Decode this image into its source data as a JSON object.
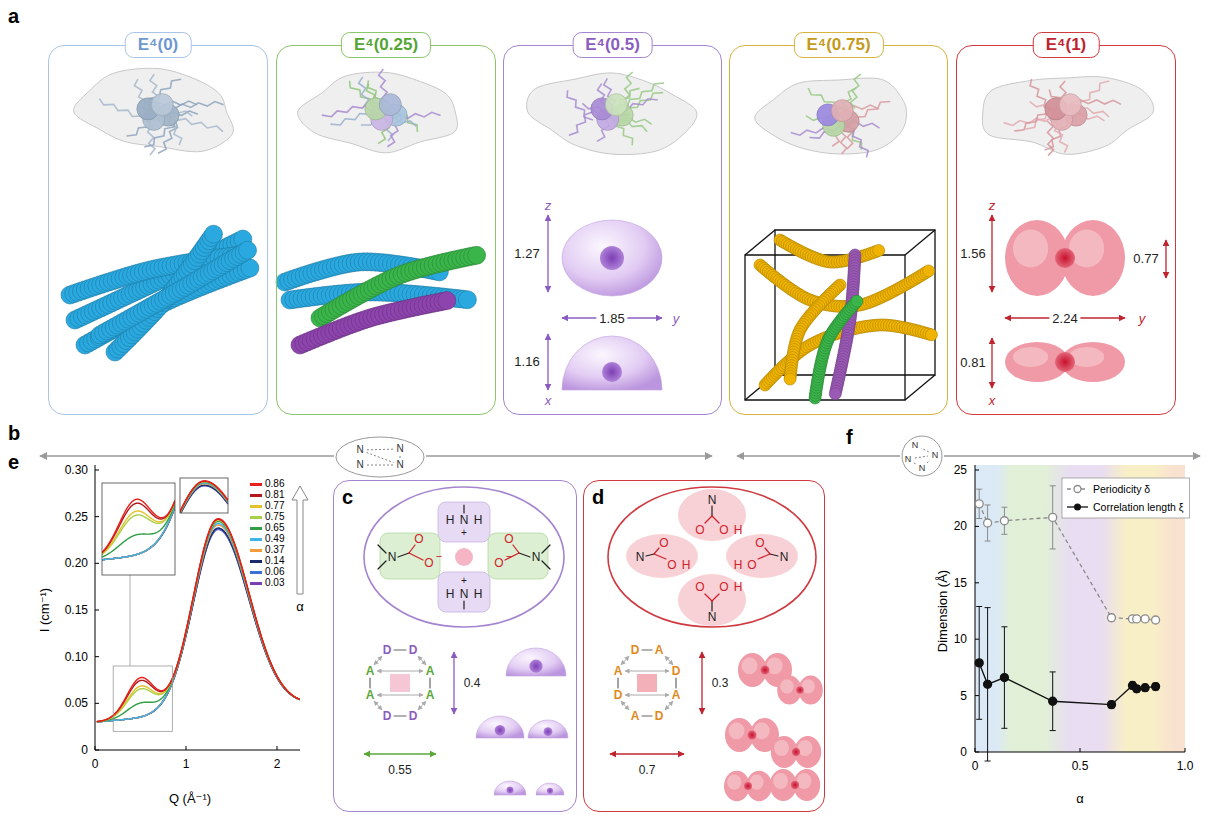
{
  "diagram": {
    "nodes": [
      {
        "text": [
          "E⁴(0)"
        ]
      },
      {
        "text": [
          "E⁴(0.25)"
        ]
      },
      {
        "text": [
          "E⁴(0.5)"
        ]
      },
      {
        "text": [
          "E⁴(0.75)"
        ]
      },
      {
        "text": [
          "E⁴(1)"
        ]
      },
      {
        "text": [
          "c"
        ]
      },
      {
        "text": [
          "d"
        ]
      }
    ],
    "labels": [
      "a",
      "z",
      "1.27",
      "1.85",
      "y",
      "1.16",
      "x",
      "z",
      "1.56",
      "0.77",
      "2.24",
      "y",
      "0.81",
      "x",
      "b",
      "N",
      "N",
      "N",
      "N",
      "N",
      "N",
      "N",
      "N",
      "e",
      "0.30",
      "0.25",
      "0.20",
      "0.15",
      "0.10",
      "0.05",
      "0",
      "I (cm⁻¹)",
      "0",
      "1",
      "2",
      "Q (Å⁻¹)",
      "α",
      "H",
      "N",
      "+",
      "H",
      "N",
      "O",
      "O",
      "−",
      "N",
      "O",
      "O",
      "−",
      "H",
      "N",
      "+",
      "H",
      "D",
      "D",
      "A",
      "A",
      "A",
      "A",
      "D",
      "D",
      "0.4",
      "0.55",
      "N",
      "O",
      "O",
      "H",
      "N",
      "O",
      "O",
      "H",
      "N",
      "O",
      "O",
      "H",
      "N",
      "O",
      "O",
      "H",
      "D",
      "A",
      "A",
      "D",
      "D",
      "A",
      "A",
      "D",
      "0.3",
      "0.7",
      "f",
      "25",
      "20",
      "15",
      "10",
      "5",
      "0",
      "Dimension (Å)",
      "0",
      "0.5",
      "1.0",
      "α"
    ],
    "legend": [
      {
        "text": "0.86",
        "color": "#e8211d"
      },
      {
        "text": "0.81",
        "color": "#b3171c"
      },
      {
        "text": "0.77",
        "color": "#e6c229"
      },
      {
        "text": "0.75",
        "color": "#a7d04a"
      },
      {
        "text": "0.65",
        "color": "#2f9e44"
      },
      {
        "text": "0.49",
        "color": "#3fb4e6"
      },
      {
        "text": "0.37",
        "color": "#f39c3b"
      },
      {
        "text": "0.14",
        "color": "#1b2a6b"
      },
      {
        "text": "0.06",
        "color": "#3c6fd6"
      },
      {
        "text": "0.03",
        "color": "#7b3fb3"
      },
      {
        "text": "Periodicity δ"
      },
      {
        "text": "Correlation length ξ"
      }
    ]
  }
}
